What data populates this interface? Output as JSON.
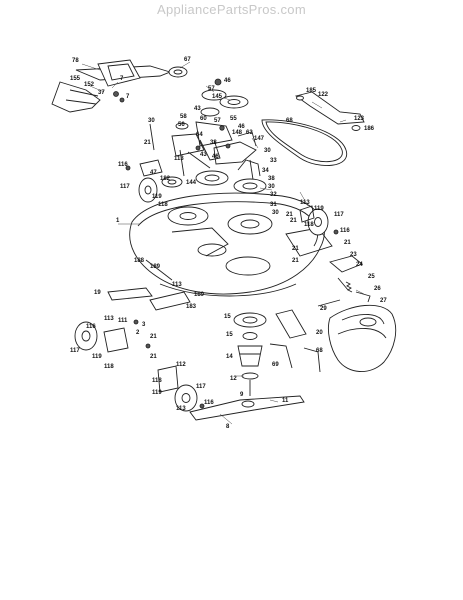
{
  "watermark": "AppliancePartsPros.com",
  "diagram": {
    "callouts": [
      {
        "id": "c1",
        "text": "78"
      },
      {
        "id": "c2",
        "text": "67"
      },
      {
        "id": "c3",
        "text": "7"
      },
      {
        "id": "c4",
        "text": "155"
      },
      {
        "id": "c5",
        "text": "152"
      },
      {
        "id": "c6",
        "text": "37"
      },
      {
        "id": "c7",
        "text": "7"
      },
      {
        "id": "c8",
        "text": "46"
      },
      {
        "id": "c9",
        "text": "57"
      },
      {
        "id": "c10",
        "text": "145"
      },
      {
        "id": "c11",
        "text": "43"
      },
      {
        "id": "c12",
        "text": "58"
      },
      {
        "id": "c13",
        "text": "30"
      },
      {
        "id": "c14",
        "text": "56"
      },
      {
        "id": "c15",
        "text": "60"
      },
      {
        "id": "c16",
        "text": "57"
      },
      {
        "id": "c17",
        "text": "55"
      },
      {
        "id": "c18",
        "text": "46"
      },
      {
        "id": "c19",
        "text": "64"
      },
      {
        "id": "c20",
        "text": "38"
      },
      {
        "id": "c21",
        "text": "63"
      },
      {
        "id": "c22",
        "text": "147"
      },
      {
        "id": "c23",
        "text": "30"
      },
      {
        "id": "c24",
        "text": "33"
      },
      {
        "id": "c25",
        "text": "34"
      },
      {
        "id": "c26",
        "text": "113"
      },
      {
        "id": "c27",
        "text": "43"
      },
      {
        "id": "c28",
        "text": "46"
      },
      {
        "id": "c29",
        "text": "38"
      },
      {
        "id": "c30",
        "text": "32"
      },
      {
        "id": "c31",
        "text": "31"
      },
      {
        "id": "c32",
        "text": "30"
      },
      {
        "id": "c33",
        "text": "116"
      },
      {
        "id": "c34",
        "text": "47"
      },
      {
        "id": "c35",
        "text": "182"
      },
      {
        "id": "c36",
        "text": "144"
      },
      {
        "id": "c37",
        "text": "117"
      },
      {
        "id": "c38",
        "text": "119"
      },
      {
        "id": "c39",
        "text": "118"
      },
      {
        "id": "c40",
        "text": "1"
      },
      {
        "id": "c41",
        "text": "185"
      },
      {
        "id": "c42",
        "text": "122"
      },
      {
        "id": "c43",
        "text": "123"
      },
      {
        "id": "c44",
        "text": "68"
      },
      {
        "id": "c45",
        "text": "186"
      },
      {
        "id": "c46",
        "text": "113"
      },
      {
        "id": "c47",
        "text": "119"
      },
      {
        "id": "c48",
        "text": "117"
      },
      {
        "id": "c49",
        "text": "21"
      },
      {
        "id": "c50",
        "text": "118"
      },
      {
        "id": "c51",
        "text": "116"
      },
      {
        "id": "c52",
        "text": "21"
      },
      {
        "id": "c53",
        "text": "21"
      },
      {
        "id": "c54",
        "text": "21"
      },
      {
        "id": "c55",
        "text": "23"
      },
      {
        "id": "c56",
        "text": "24"
      },
      {
        "id": "c57",
        "text": "25"
      },
      {
        "id": "c58",
        "text": "26"
      },
      {
        "id": "c59",
        "text": "27"
      },
      {
        "id": "c60",
        "text": "29"
      },
      {
        "id": "c61",
        "text": "188"
      },
      {
        "id": "c62",
        "text": "189"
      },
      {
        "id": "c63",
        "text": "113"
      },
      {
        "id": "c64",
        "text": "19"
      },
      {
        "id": "c65",
        "text": "189"
      },
      {
        "id": "c66",
        "text": "183"
      },
      {
        "id": "c67",
        "text": "15"
      },
      {
        "id": "c68",
        "text": "15"
      },
      {
        "id": "c69",
        "text": "14"
      },
      {
        "id": "c70",
        "text": "20"
      },
      {
        "id": "c71",
        "text": "68"
      },
      {
        "id": "c72",
        "text": "69"
      },
      {
        "id": "c73",
        "text": "113"
      },
      {
        "id": "c74",
        "text": "111"
      },
      {
        "id": "c75",
        "text": "3"
      },
      {
        "id": "c76",
        "text": "116"
      },
      {
        "id": "c77",
        "text": "2"
      },
      {
        "id": "c78",
        "text": "21"
      },
      {
        "id": "c79",
        "text": "117"
      },
      {
        "id": "c80",
        "text": "119"
      },
      {
        "id": "c81",
        "text": "118"
      },
      {
        "id": "c82",
        "text": "21"
      },
      {
        "id": "c83",
        "text": "112"
      },
      {
        "id": "c84",
        "text": "118"
      },
      {
        "id": "c85",
        "text": "119"
      },
      {
        "id": "c86",
        "text": "117"
      },
      {
        "id": "c87",
        "text": "113"
      },
      {
        "id": "c88",
        "text": "116"
      },
      {
        "id": "c89",
        "text": "12"
      },
      {
        "id": "c90",
        "text": "11"
      },
      {
        "id": "c91",
        "text": "8"
      },
      {
        "id": "c92",
        "text": "9"
      },
      {
        "id": "c93",
        "text": "30"
      },
      {
        "id": "c94",
        "text": "21"
      },
      {
        "id": "c95",
        "text": "21"
      },
      {
        "id": "c96",
        "text": "148"
      }
    ]
  }
}
